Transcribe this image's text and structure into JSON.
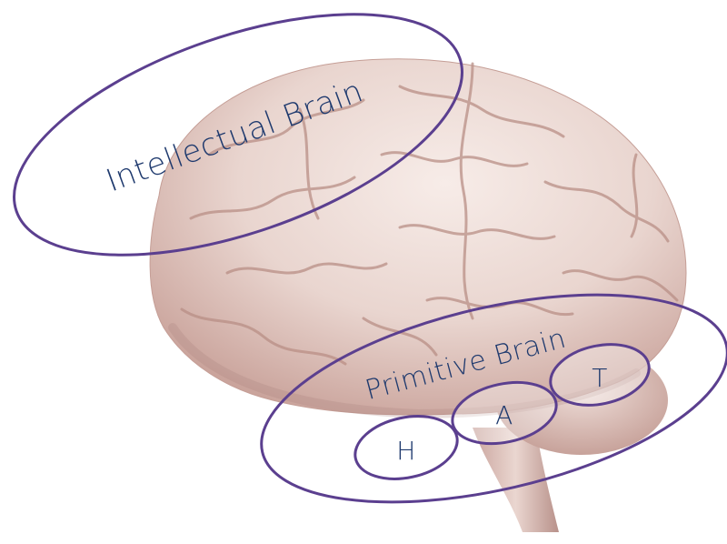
{
  "colors": {
    "ellipse_stroke": "#5b3f8f",
    "text": "#1f3a6e",
    "brain_base": "#e9d5cf",
    "brain_shadow": "#b98f86",
    "brain_highlight": "#f7ece8",
    "background": "#ffffff"
  },
  "labels": {
    "intellectual": "Intellectual Brain",
    "primitive": "Primitive Brain",
    "h": "H",
    "a": "A",
    "t": "T"
  }
}
